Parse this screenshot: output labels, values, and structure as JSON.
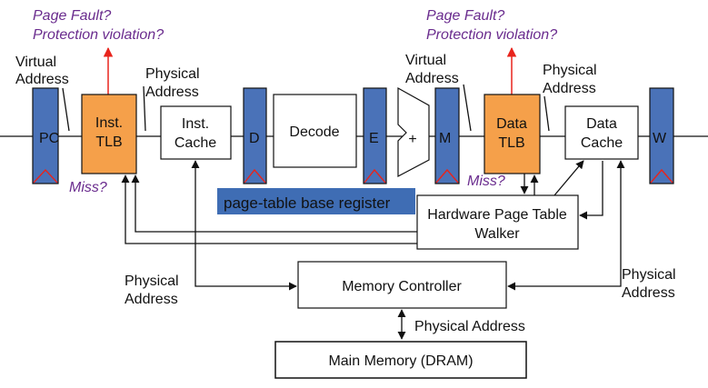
{
  "colors": {
    "pipeline_register": "#4a72b8",
    "tlb": "#f5a04a",
    "arrow_red": "#e8241c",
    "italic_purple": "#6a2c8e",
    "base_register_bg": "#3f6db4"
  },
  "labels": {
    "page_fault_1": "Page Fault?",
    "protection_1": "Protection violation?",
    "page_fault_2": "Page Fault?",
    "protection_2": "Protection violation?",
    "virtual_1a": "Virtual",
    "virtual_1b": "Address",
    "virtual_2a": "Virtual",
    "virtual_2b": "Address",
    "physical_1a": "Physical",
    "physical_1b": "Address",
    "physical_2a": "Physical",
    "physical_2b": "Address",
    "physical_left_a": "Physical",
    "physical_left_b": "Address",
    "physical_right_a": "Physical",
    "physical_right_b": "Address",
    "physical_mem": "Physical Address",
    "miss_1": "Miss?",
    "miss_2": "Miss?"
  },
  "regs": {
    "pc": "PC",
    "d": "D",
    "e": "E",
    "m": "M",
    "w": "W"
  },
  "blocks": {
    "inst_tlb_a": "Inst.",
    "inst_tlb_b": "TLB",
    "inst_cache_a": "Inst.",
    "inst_cache_b": "Cache",
    "decode": "Decode",
    "alu_plus": "+",
    "data_tlb_a": "Data",
    "data_tlb_b": "TLB",
    "data_cache_a": "Data",
    "data_cache_b": "Cache",
    "ptw_a": "Hardware Page Table",
    "ptw_b": "Walker",
    "base_register": "page-table base register",
    "mem_controller": "Memory Controller",
    "main_memory": "Main Memory (DRAM)"
  }
}
